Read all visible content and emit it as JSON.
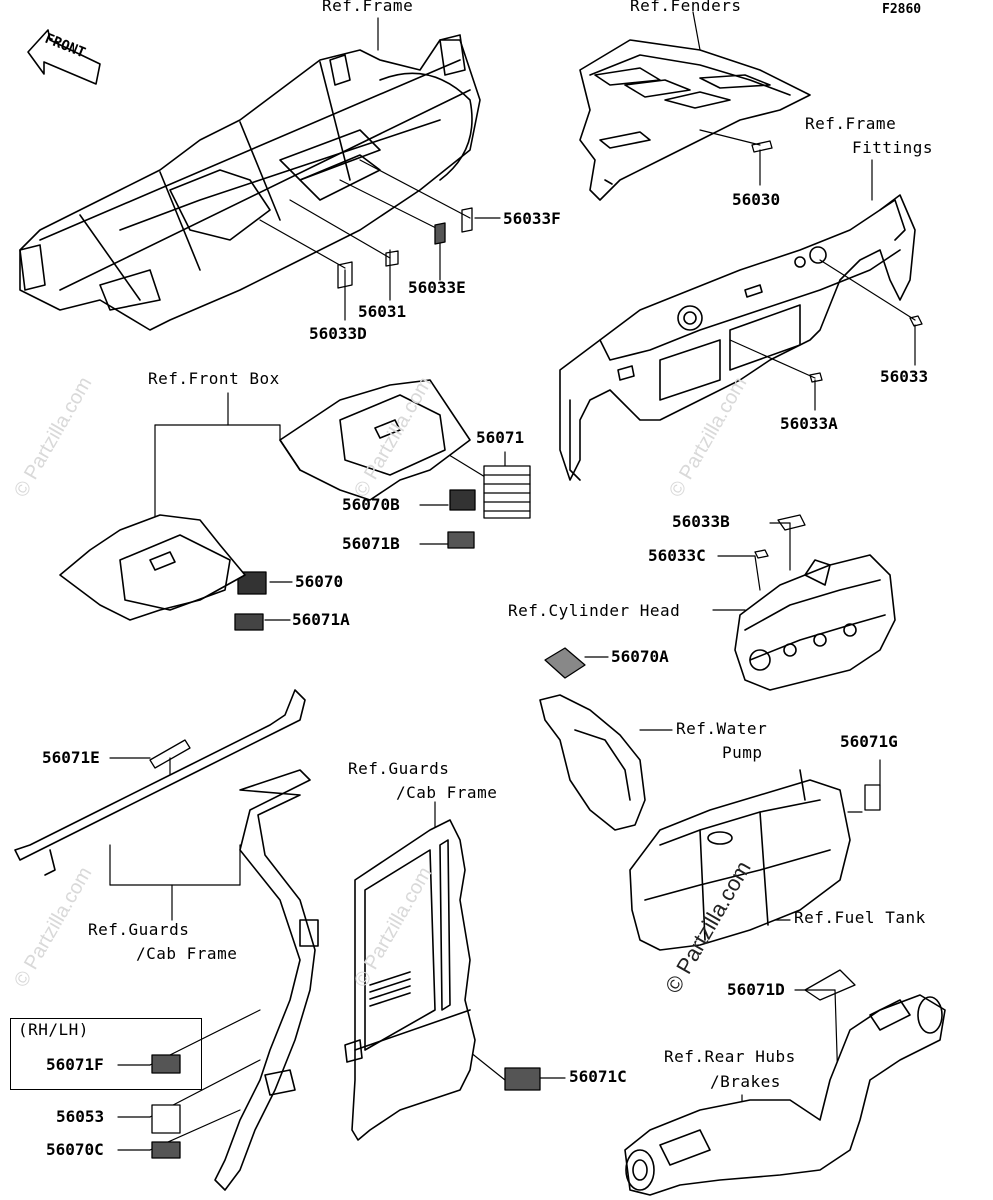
{
  "figure_code": "F2860",
  "front_arrow": "FRONT",
  "watermark": "© Partzilla.com",
  "refs": {
    "frame": "Ref.Frame",
    "fenders": "Ref.Fenders",
    "frame_fittings_1": "Ref.Frame",
    "frame_fittings_2": "Fittings",
    "front_box": "Ref.Front Box",
    "cylinder_head": "Ref.Cylinder Head",
    "water_pump_1": "Ref.Water",
    "water_pump_2": "Pump",
    "guards_1_a": "Ref.Guards",
    "guards_1_b": "/Cab Frame",
    "guards_2_a": "Ref.Guards",
    "guards_2_b": "/Cab Frame",
    "fuel_tank": "Ref.Fuel Tank",
    "rear_hubs_1": "Ref.Rear Hubs",
    "rear_hubs_2": "/Brakes",
    "rh_lh": "(RH/LH)"
  },
  "parts": {
    "p56033F": "56033F",
    "p56033E": "56033E",
    "p56031": "56031",
    "p56033D": "56033D",
    "p56030": "56030",
    "p56033": "56033",
    "p56033A": "56033A",
    "p56071": "56071",
    "p56070B": "56070B",
    "p56071B": "56071B",
    "p56070": "56070",
    "p56071A": "56071A",
    "p56033B": "56033B",
    "p56033C": "56033C",
    "p56070A": "56070A",
    "p56071G": "56071G",
    "p56071E": "56071E",
    "p56071F": "56071F",
    "p56053": "56053",
    "p56070C": "56070C",
    "p56071C": "56071C",
    "p56071D": "56071D"
  }
}
